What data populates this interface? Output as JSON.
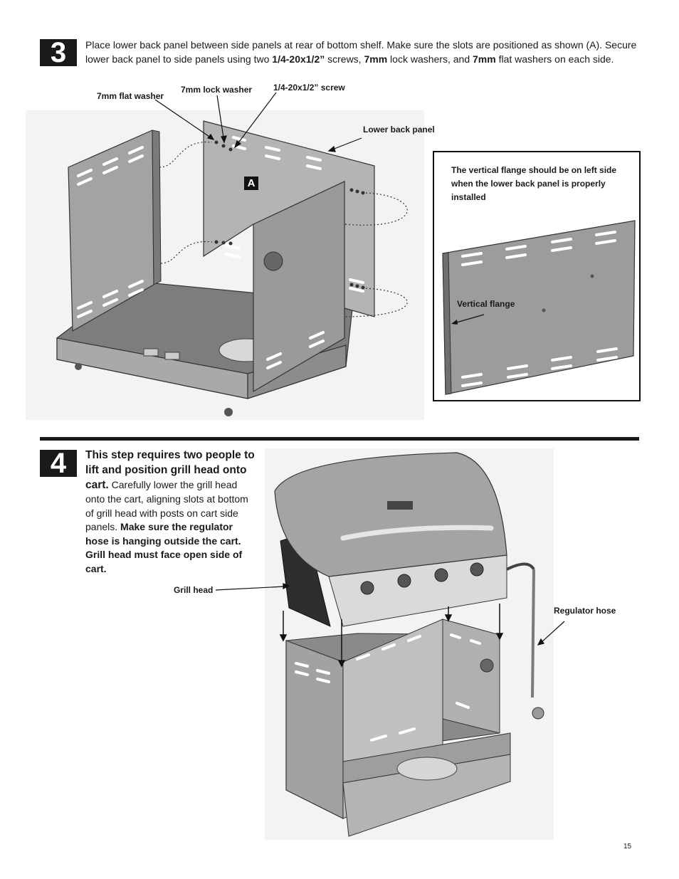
{
  "step3": {
    "number": "3",
    "text_1": "Place lower back panel between side panels at rear of bottom shelf. Make sure the slots are positioned as shown (A). Secure lower back panel to side panels using two ",
    "screw_bold": "1/4-20x1/2”",
    "text_2": " screws, ",
    "mm1_bold": "7mm",
    "text_3": " lock washers, and ",
    "mm2_bold": "7mm",
    "text_4": " flat washers on each side.",
    "labels": {
      "flat_washer": "7mm flat washer",
      "lock_washer": "7mm lock washer",
      "screw": "1/4-20x1/2” screw",
      "lower_back_panel": "Lower back panel",
      "marker_a": "A"
    },
    "inset": {
      "note": "The vertical flange should be on left side when the lower back panel is properly installed",
      "vertical_flange": "Vertical flange"
    }
  },
  "step4": {
    "number": "4",
    "bold_1": "This step requires two people to lift and position grill head onto cart.",
    "text_1": " Carefully lower the grill head onto the cart, aligning slots at bottom of grill head with posts on cart side panels. ",
    "bold_2": "Make sure the regulator hose is hanging outside the cart. Grill head must face open side of cart.",
    "labels": {
      "grill_head": "Grill head",
      "regulator_hose": "Regulator hose"
    }
  },
  "page_number": "15",
  "colors": {
    "ink": "#1a1a1a",
    "steel": "#9a9a9a",
    "steel_dark": "#6e6e6e",
    "steel_light": "#c8c8c8"
  }
}
